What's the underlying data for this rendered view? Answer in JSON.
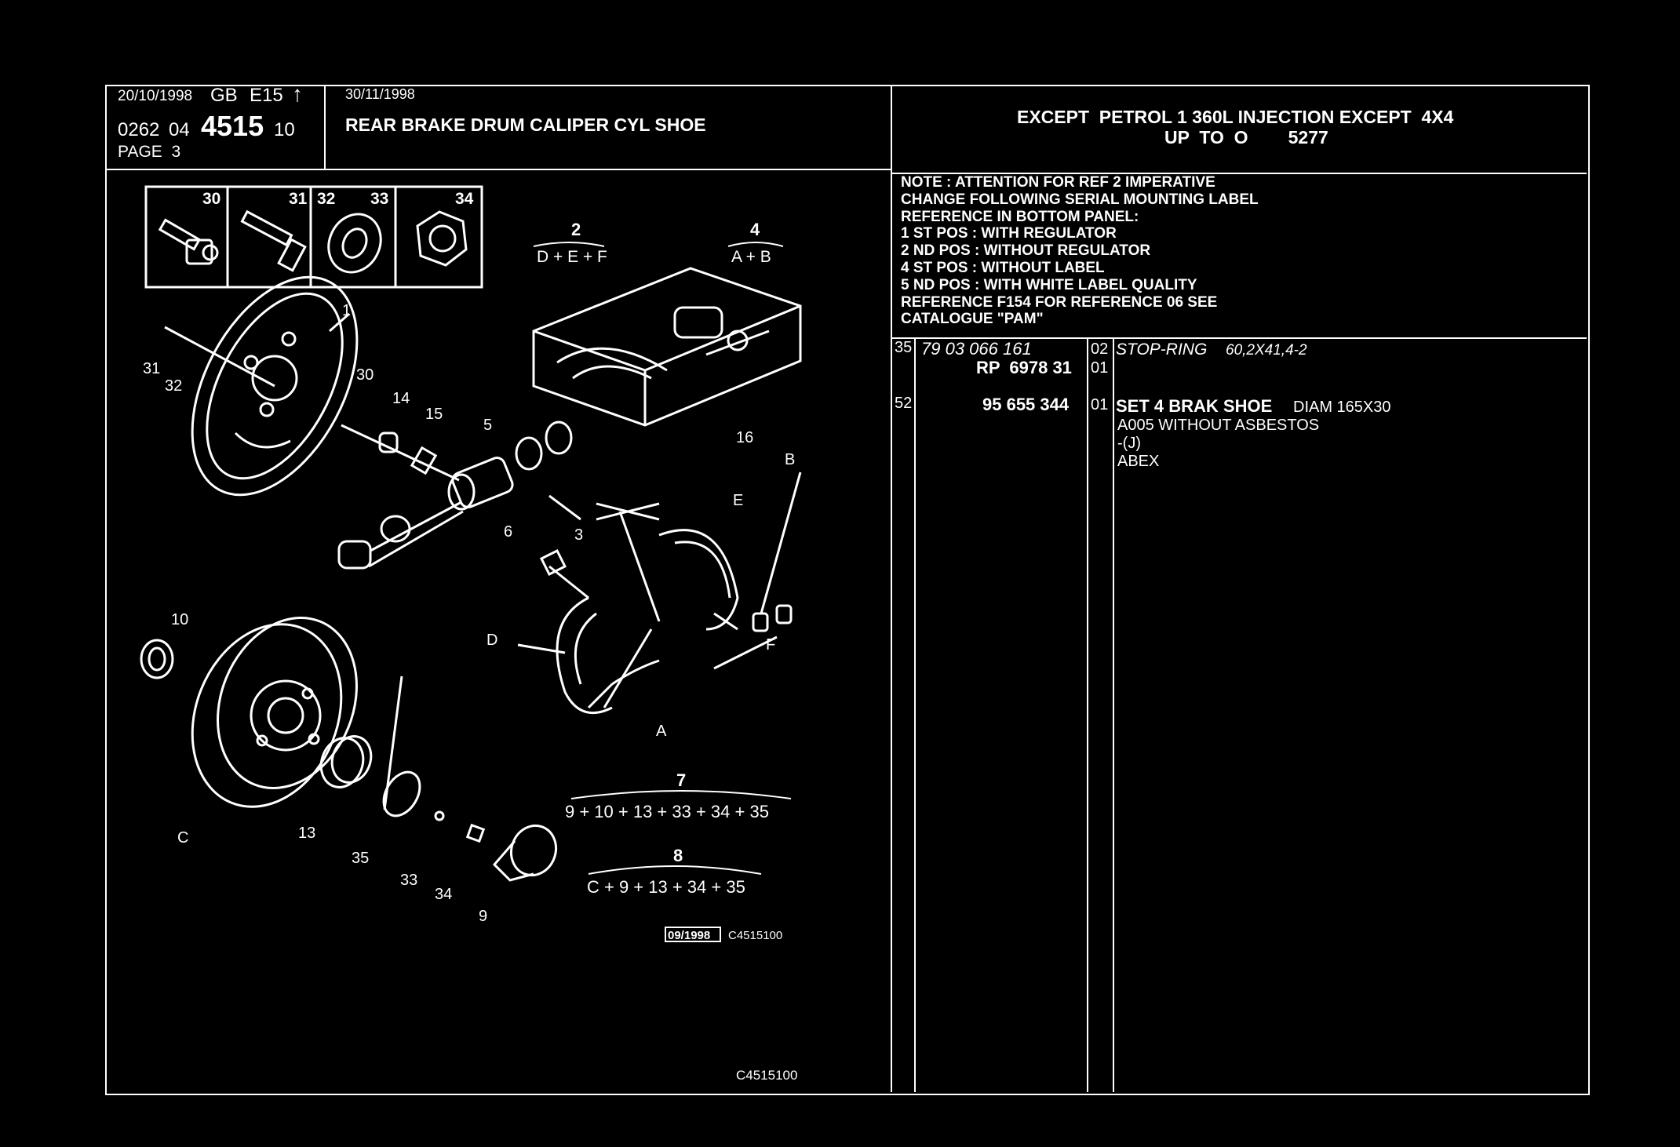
{
  "header": {
    "date": "20/10/1998",
    "market": "GB",
    "code": "E15",
    "arrow": "↑",
    "ref_prefix": "0262",
    "ref_sub": "04",
    "ref_main": "4515",
    "ref_suffix": "10",
    "page": "PAGE  3",
    "date2": "30/11/1998",
    "title": "REAR BRAKE DRUM CALIPER CYL SHOE",
    "condition_line1": "EXCEPT  PETROL 1 360L INJECTION EXCEPT  4X4",
    "condition_line2": "UP  TO  O        5277"
  },
  "note": [
    "NOTE : ATTENTION FOR REF 2 IMPERATIVE",
    "CHANGE FOLLOWING SERIAL MOUNTING LABEL",
    "REFERENCE IN BOTTOM PANEL:",
    "1 ST POS : WITH REGULATOR",
    "2 ND POS : WITHOUT REGULATOR",
    "4 ST POS : WITHOUT LABEL",
    "5 ND POS : WITH WHITE LABEL QUALITY",
    "REFERENCE F154 FOR REFERENCE 06 SEE",
    "CATALOGUE \"PAM\""
  ],
  "parts": [
    {
      "ref": "35",
      "number": "79 03 066 161",
      "qty": "02",
      "desc": "STOP-RING",
      "desc_detail": "60,2X41,4-2",
      "extra": []
    },
    {
      "ref": "",
      "number": "RP  6978 31",
      "qty": "01",
      "desc": "",
      "desc_detail": "",
      "extra": []
    },
    {
      "ref": "52",
      "number": "95 655 344",
      "qty": "01",
      "desc": "SET 4 BRAK SHOE",
      "desc_detail": "DIAM 165X30",
      "extra": [
        "A005 WITHOUT ASBESTOS",
        "-(J)",
        "ABEX"
      ]
    }
  ],
  "diagram": {
    "thumb_labels": [
      "30",
      "31",
      "32",
      "33",
      "34"
    ],
    "callouts": [
      "1",
      "30",
      "31",
      "32",
      "14",
      "15",
      "5",
      "6",
      "16",
      "3",
      "B",
      "E",
      "D",
      "F",
      "A",
      "10",
      "C",
      "13",
      "35",
      "33",
      "34",
      "9"
    ],
    "formula1_num": "2",
    "formula1_den": "D + E + F",
    "formula2_num": "4",
    "formula2_den": "A + B",
    "formula3_num": "7",
    "formula3_den": "9 + 10 + 13 + 33 + 34 + 35",
    "formula4_num": "8",
    "formula4_den": "C + 9 + 13 + 34 + 35",
    "stamp_date": "09/1998",
    "stamp_code": "C4515100",
    "figure_code": "C4515100"
  },
  "colors": {
    "background": "#000000",
    "foreground": "#ffffff"
  }
}
